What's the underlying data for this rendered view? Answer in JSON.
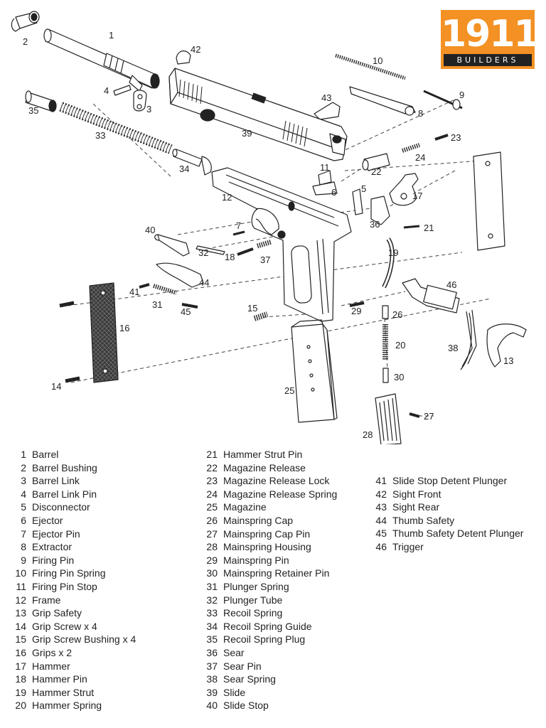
{
  "logo": {
    "number": "1911",
    "subtitle": "BUILDERS",
    "color": "#f39124"
  },
  "callouts": [
    "1",
    "2",
    "3",
    "4",
    "5",
    "6",
    "7",
    "8",
    "9",
    "10",
    "11",
    "12",
    "13",
    "14",
    "15",
    "16",
    "17",
    "18",
    "19",
    "20",
    "21",
    "22",
    "23",
    "24",
    "25",
    "26",
    "27",
    "28",
    "29",
    "30",
    "31",
    "32",
    "33",
    "34",
    "35",
    "36",
    "37",
    "38",
    "39",
    "40",
    "41",
    "42",
    "43",
    "44",
    "45",
    "46"
  ],
  "legend": {
    "col1": [
      {
        "n": "1",
        "label": "Barrel"
      },
      {
        "n": "2",
        "label": "Barrel Bushing"
      },
      {
        "n": "3",
        "label": "Barrel Link"
      },
      {
        "n": "4",
        "label": "Barrel Link Pin"
      },
      {
        "n": "5",
        "label": "Disconnector"
      },
      {
        "n": "6",
        "label": "Ejector"
      },
      {
        "n": "7",
        "label": "Ejector Pin"
      },
      {
        "n": "8",
        "label": "Extractor"
      },
      {
        "n": "9",
        "label": "Firing Pin"
      },
      {
        "n": "10",
        "label": "Firing Pin Spring"
      },
      {
        "n": "11",
        "label": "Firing Pin Stop"
      },
      {
        "n": "12",
        "label": "Frame"
      },
      {
        "n": "13",
        "label": "Grip Safety"
      },
      {
        "n": "14",
        "label": "Grip Screw x 4"
      },
      {
        "n": "15",
        "label": "Grip Screw Bushing  x 4"
      },
      {
        "n": "16",
        "label": "Grips x 2"
      },
      {
        "n": "17",
        "label": "Hammer"
      },
      {
        "n": "18",
        "label": "Hammer Pin"
      },
      {
        "n": "19",
        "label": "Hammer Strut"
      },
      {
        "n": "20",
        "label": "Hammer Spring"
      }
    ],
    "col2": [
      {
        "n": "21",
        "label": "Hammer Strut Pin"
      },
      {
        "n": "22",
        "label": "Magazine Release"
      },
      {
        "n": "23",
        "label": "Magazine Release Lock"
      },
      {
        "n": "24",
        "label": "Magazine Release Spring"
      },
      {
        "n": "25",
        "label": "Magazine"
      },
      {
        "n": "26",
        "label": "Mainspring Cap"
      },
      {
        "n": "27",
        "label": "Mainspring Cap Pin"
      },
      {
        "n": "28",
        "label": "Mainspring Housing"
      },
      {
        "n": "29",
        "label": "Mainspring Pin"
      },
      {
        "n": "30",
        "label": "Mainspring Retainer Pin"
      },
      {
        "n": "31",
        "label": "Plunger Spring"
      },
      {
        "n": "32",
        "label": "Plunger Tube"
      },
      {
        "n": "33",
        "label": "Recoil Spring"
      },
      {
        "n": "34",
        "label": "Recoil Spring Guide"
      },
      {
        "n": "35",
        "label": "Recoil Spring Plug"
      },
      {
        "n": "36",
        "label": "Sear"
      },
      {
        "n": "37",
        "label": "Sear Pin"
      },
      {
        "n": "38",
        "label": "Sear Spring"
      },
      {
        "n": "39",
        "label": "Slide"
      },
      {
        "n": "40",
        "label": "Slide Stop"
      }
    ],
    "col3": [
      {
        "n": "41",
        "label": "Slide Stop Detent Plunger"
      },
      {
        "n": "42",
        "label": "Sight Front"
      },
      {
        "n": "43",
        "label": "Sight Rear"
      },
      {
        "n": "44",
        "label": "Thumb Safety"
      },
      {
        "n": "45",
        "label": "Thumb Safety Detent Plunger"
      },
      {
        "n": "46",
        "label": "Trigger"
      }
    ]
  }
}
